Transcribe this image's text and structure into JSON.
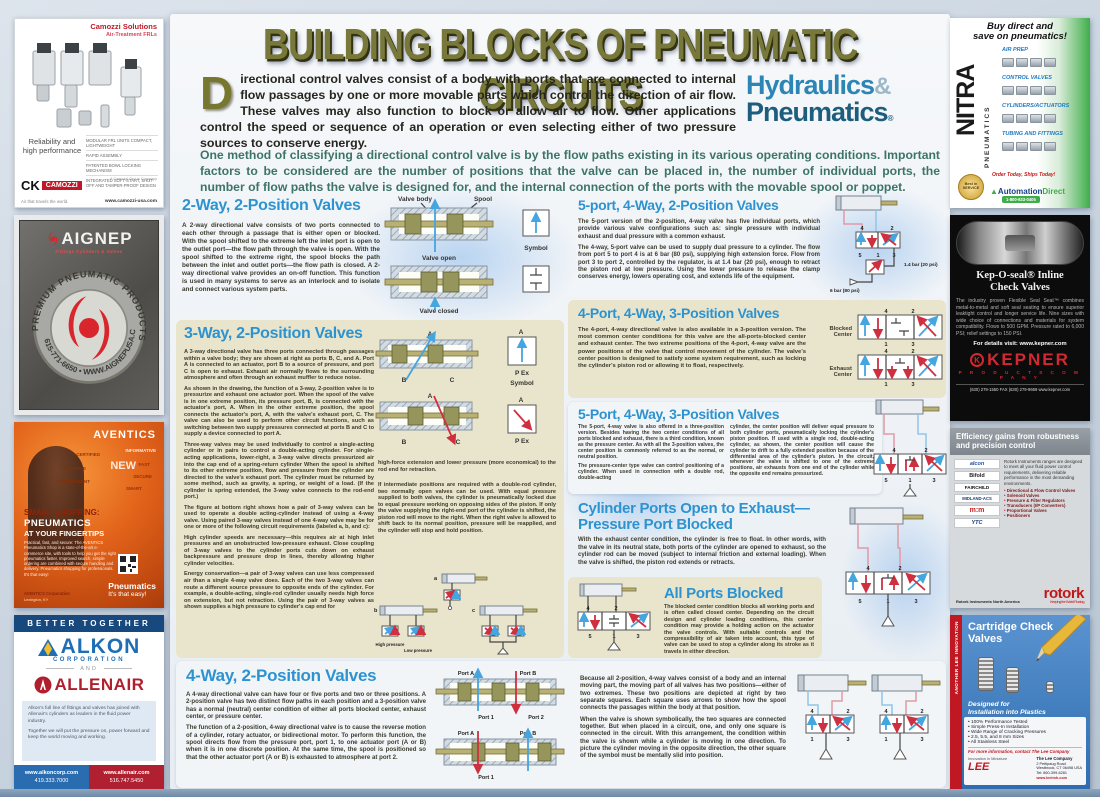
{
  "page": {
    "title": "BUILDING BLOCKS OF PNEUMATIC CIRCUITS",
    "intro_dropcap": "D",
    "intro_rest": "irectional control valves consist of a body with ports that are connected to internal flow passages by one or more movable parts which control the direction of air flow. These valves may also function to block or allow air to flow. Other applications control the speed or sequence of an operation or even selecting either of two pressure sources to conserve energy.",
    "intro2": "One method of classifying a directional control valve is by the flow paths existing in its various operating conditions. Important factors to be considered are the number of positions that the valve can be placed in, the number of individual ports, the number of flow paths the valve is designed for, and the internal connection of the ports with the movable spool or poppet.",
    "logo": {
      "word1": "Hydraulics",
      "amp": "&",
      "word2": "Pneumatics",
      "reg": "®"
    }
  },
  "sections": {
    "two_way": {
      "heading": "2-Way, 2-Position Valves",
      "body": "A 2-way directional valve consists of two ports connected to each other through a passage that is either open or blocked. With the spool shifted to the extreme left the inlet port is open to the outlet port—the flow path through the valve is open. With the spool shifted to the extreme right, the spool blocks the path between the inlet and outlet ports—the flow path is closed. A 2-way directional valve provides an on-off function. This function is used in many systems to serve as an interlock and to isolate and connect various system parts."
    },
    "three_way": {
      "heading": "3-Way, 2-Position Valves",
      "p1": "A 3-way directional valve has three ports connected through passages within a valve body; they are shown at right as ports B, C, and A. Port A is connected to an actuator, port B to a source of pressure, and port C is open to exhaust. Exhaust air normally flows to the surrounding atmosphere and often through an exhaust muffler to reduce noise.",
      "p2": "As shown in the drawing, the function of a 3-way, 2-position valve is to pressurize and exhaust one actuator port. When the spool of the valve is in one extreme position, its pressure port, B, is connected with the actuator's port, A. When in the other extreme position, the spool connects the actuator's port, A, with the valve's exhaust port, C. The valve can also be used to perform other circuit functions, such as switching between two supply pressures connected at ports B and C to supply a device connected to port A.",
      "p3": "Three-way valves may be used individually to control a single-acting cylinder or in pairs to control a double-acting cylinder. For single-acting applications, lower-right, a 3-way valve directs pressurized air into the cap end of a spring-return cylinder When the spool is shifted to its other extreme position, flow and pressure from the cylinder are directed to the valve's exhaust port. The cylinder must be returned by some method, such as gravity, a spring, or weight of a load. (If the cylinder is spring extended, the 3-way valve connects to the rod-end port.)",
      "p4": "The figure at bottom right shows how a pair of 3-way valves can be used to operate a double acting-cylinder instead of using a 4-way valve. Using paired 3-way valves instead of one 4-way valve may be for one or more of the following circuit requirements (labeled a, b, and c):",
      "p5": "High cylinder speeds are necessary—this requires air at high inlet pressures and an unobstructed low-pressure exhaust. Close coupling of 3-way valves to the cylinder ports cuts down on exhaust backpressure and pressure drop in lines, thereby allowing higher cylinder velocities.",
      "p6": "Energy conservation—a pair of 3-way valves can use less compressed air than a single 4-way valve does. Each of the two 3-way valves can route a different source pressure to opposite ends of the cylinder. For example, a double-acting, single-rod cylinder usually needs high force on extension, but not retraction. Using the pair of 3-way valves as shown supplies a high pressure to cylinder's cap end for",
      "mid1": "high-force extension and lower pressure (more economical) to the rod end for retraction.",
      "mid2": "If intermediate positions are required with a double-rod cylinder, two normally open valves can be used. With equal pressure supplied to both valves, the cylinder is pneumatically locked due to equal pressure working on opposing sides of the piston. If only the valve supplying the right-end port of the cylinder is shifted, the piston rod will move to the right. When the right valve is allowed to shift back to its normal position, pressure will be reapplied, and the cylinder will stop and hold position."
    },
    "four_way": {
      "heading": "4-Way, 2-Position Valves",
      "p1": "A 4-way directional valve can have four or five ports and two or three positions. A 2-position valve has two distinct flow paths in each position and a 3-position valve has a normal (neutral) center condition of either all ports blocked center, exhaust center, or pressure center.",
      "p2": "The function of a 2-position, 4-way directional valve is to cause the reverse motion of a cylinder, rotary actuator, or bidirectional motor. To perform this function, the spool directs flow from the pressure port, port 1, to one actuator port (A or B) when it is in one discrete position. At the same time, the spool is positioned so that the other actuator port (A or B) is exhausted to atmosphere at port 2.",
      "p3": "Because all 2-position, 4-way valves consist of a body and an internal moving part, the moving part of all valves has two positions—either of two extremes. These two positions are depicted at right by two separate squares. Each square uses arrows to show how the spool connects the passages within the body at that position.",
      "p4": "When the valve is shown symbolically, the two squares are connected together. But when placed in a circuit, one, and only one square is connected in the circuit. With this arrangement, the condition within the valve is shown while a cylinder is moving in one direction. To picture the cylinder moving in the opposite direction, the other square of the symbol must be mentally slid into position."
    },
    "five_port_2pos": {
      "heading": "5-port, 4-Way, 2-Position Valves",
      "p1": "The 5-port version of the 2-position, 4-way valve has five individual ports, which provide various valve configurations such as: single pressure with individual exhaust and dual pressure with a common exhaust.",
      "p2": "The 4-way, 5-port valve can be used to supply dual pressure to a cylinder. The flow from port 5 to port 4 is at 6 bar (80 psi), supplying high extension force. Flow from port 3 to port 2, controlled by the regulator, is at 1.4 bar (20 psi), enough to retract the piston rod at low pressure. Using the lower pressure to release the clamp conserves energy, lowers operating cost, and extends life of the equipment."
    },
    "four_port_3pos": {
      "heading": "4-Port, 4-Way, 3-Position Valves",
      "body": "The 4-port, 4-way directional valve is also available in a 3-position version. The most common center conditions for this valve are the all-ports-blocked center and exhaust center. The two extreme positions of the 4-port, 4-way valve are the power positions of the valve that control movement of the cylinder. The valve's center position is designed to satisfy some system requirement, such as locking the cylinder's piston rod or allowing it to float, respectively."
    },
    "five_port_3pos": {
      "heading": "5-Port, 4-Way, 3-Position Valves",
      "c1a": "The 5-port, 4-way valve is also offered in a three-position version. Besides having the two center conditions of all ports blocked and exhaust, there is a third condition, known as the pressure center. As with all the 3-position valves, the center position is commonly referred to as the normal, or neutral position.",
      "c1b": "The pressure-center type valve can control positioning of a cylinder. When used in connection with a double rod, double-acting",
      "c2": "cylinder, the center position will deliver equal pressure to both cylinder ports, pneumatically locking the cylinder's piston position. If used with a single rod, double-acting cylinder, as shown, the center position will cause the cylinder to drift to a fully extended position because of the differential area of the cylinder's piston. In the circuit, whenever the valve is shifted to one of the extreme positions, air exhausts from one end of the cylinder while the opposite end remains pressurized."
    },
    "cyl_exhaust": {
      "heading1": "Cylinder Ports Open to Exhaust—",
      "heading2": "Pressure Port Blocked",
      "body": "With the exhaust center condition, the cylinder is free to float. In other words, with the valve in its neutral state, both ports of the cylinder are opened to exhaust, so the cylinder rod can be moved (subject to internal friction and external loading). When the valve is shifted, the piston rod extends or retracts."
    },
    "all_blocked": {
      "heading": "All Ports Blocked",
      "body": "The blocked center condition blocks all working ports and is often called closed center. Depending on the circuit design and cylinder loading conditions, this center condition may provide a holding action on the actuator the valve controls. With suitable controls and the compressibility of air taken into account, this type of valve can be used to stop a cylinder along its stroke as it travels in either direction."
    }
  },
  "diagrams": {
    "ports": {
      "n1": "1",
      "n2": "2",
      "n3": "3",
      "n4": "4",
      "n5": "5"
    },
    "two_way": {
      "valve_body": "Valve body",
      "spool": "Spool",
      "valve_open": "Valve open",
      "valve_closed": "Valve closed",
      "symbol": "Symbol"
    },
    "three_way": {
      "a": "A",
      "b": "B",
      "c": "C",
      "p_ex": "P Ex",
      "symbol": "Symbol",
      "fig_a": "a",
      "fig_b": "b",
      "fig_c": "c",
      "high": "High pressure",
      "low": "Low pressure"
    },
    "five_port": {
      "high": "6 bar (80 psi)",
      "low": "1.4 bar (20 psi)"
    },
    "four_port": {
      "blocked": "Blocked Center",
      "exhaust": "Exhaust Center"
    },
    "four_way": {
      "port_a": "Port A",
      "port_b": "Port B",
      "port_1": "Port 1",
      "port_2": "Port 2"
    }
  },
  "ads": {
    "camozzi": {
      "header1": "Camozzi Solutions",
      "header2": "Air-Treatment FRLs",
      "tagline1": "Reliability and",
      "tagline2": "high performance",
      "features": [
        "MODULAR FRL UNITS COMPACT, LIGHTWEIGHT",
        "RAPID ASSEMBLY",
        "PATENTED BOWL LOCKING MECHANISM",
        "INTEGRATED SOFT-START, SHUT-OFF AND TAMPER-PROOF DESIGN"
      ],
      "brand": "CAMOZZI",
      "ck": "CK",
      "group": "A Camozzi Group Company",
      "footer_left": "Air that travels the world.",
      "footer_right": "www.camozzi-usa.com"
    },
    "aignep": {
      "brand": "AIGNEP",
      "sub": "Fittings Cylinders & Valves",
      "ring_top": "PREMIUM PNEUMATIC PRODUCTS",
      "ring_bottom": "615-771-6650 • WWW.AIGNEPUSA.COM"
    },
    "aventics": {
      "brand": "AVENTICS",
      "w1": "CERTIFIED",
      "w2": "INFORMATIVE",
      "w3": "INTUITIVE",
      "w4": "NEW",
      "w5": "FAST",
      "w6": "SECURE",
      "w7": "TRANSPARENT",
      "w8": "SMART",
      "h1": "SMART SHOPPING:",
      "h2": "PNEUMATICS",
      "h3": "AT YOUR FINGERTIPS",
      "body": "Practical, fast, and secure: The AVENTICS Pneumatics Shop is a state-of-the-art e-commerce site, with tools to help you get the right pneumatics faster. Improved search, simple ordering are combined with secure handling and delivery. Pneumatics shopping for professionals. It's that easy!",
      "contact1": "AVENTICS Corporation",
      "contact2": "Lexington, KY",
      "f1": "Pneumatics",
      "f2": "It's that easy!"
    },
    "alkon": {
      "banner": "BETTER TOGETHER",
      "brand1": "ALKON",
      "brand1b": "CORPORATION",
      "joiner": "AND",
      "brand2": "ALLENAIR",
      "body1": "Alkon's full line of fittings and valves has joined with Allenair's cylinders as leaders in the fluid power industry.",
      "body2": "Together we will put the pressure on, power forward and keep the world moving and working.",
      "left_url": "www.alkoncorp.com",
      "left_phone": "419.333.7000",
      "right_url": "www.allenair.com",
      "right_phone": "516.747.5450"
    },
    "nitra": {
      "head1": "Buy direct and",
      "head2": "save on pneumatics!",
      "brand": "NITRA",
      "brand_sub": "PNEUMATICS",
      "cat1": "AIR PREP",
      "cat2": "CONTROL VALVES",
      "cat3": "CYLINDERS/ACTUATORS",
      "cat4": "TUBING AND FITTINGS",
      "tagline": "Order Today, Ships Today!",
      "badge1": "Best in",
      "badge2": "SERVICE",
      "footer1": "Automation",
      "footer2": "Direct",
      "phone": "1-800-633-0405"
    },
    "kepner": {
      "title1": "Kep-O-seal® Inline",
      "title2": "Check Valves",
      "body": "The industry proven Flexible Seal Seat™ combines metal-to-metal and soft seal seating to ensure superior leaktight control and longer service life. Nine sizes with wide choice of connections and materials for system compatibility. Flows to 500 GPM. Pressure rated to 6,000 PSI; relief settings to 150 PSI.",
      "details": "For details visit: www.kepner.com",
      "k": "K",
      "brand": "KEPNER",
      "brand_sub": "P R O D U C T S   C O M P A N Y",
      "footer": "(630) 279-1550  FAX (630) 279-9669  www.kepner.com"
    },
    "rotork": {
      "head1": "Efficiency gains from robustness",
      "head2": "and precision control",
      "logos": [
        "alcon",
        "Bifold",
        "FAIRCHILD",
        "MIDLAND-ACS",
        "m:m",
        "YTC"
      ],
      "body": "Rotork Instruments ranges are designed to meet all your fluid power control requirements, delivering reliable performance in the most demanding environments.",
      "bullets": [
        "Directional & Flow Control Valves",
        "Solenoid Valves",
        "Pressure & Filter Regulators",
        "Transducers (I/P Converters)",
        "Proportional Valves",
        "Positioners"
      ],
      "contact": "Rotork Instruments North America",
      "brand": "rotork",
      "brand_sub": "Keeping the World Flowing"
    },
    "lee": {
      "side": "ANOTHER LEE INNOVATION",
      "title1": "Cartridge Check",
      "title2": "Valves",
      "sub1": "Designed for",
      "sub2": "Installation into Plastics",
      "bullets": [
        "100% Performance Tested",
        "Simple Press-In Installation",
        "Wide Range of Cracking Pressures",
        "2.5, 5.5, and 8 mm Sizes",
        "All Stainless Steel"
      ],
      "contact_line": "For more information, contact The Lee Company",
      "tagline": "Innovation in Miniature",
      "brand": "LEE",
      "company": "The Lee Company",
      "addr1": "2 Pettipaug Road",
      "addr2": "Westbrook, CT 06498 USA",
      "tel": "Tel: 860-399-6281",
      "web": "www.leeimh.com"
    }
  }
}
